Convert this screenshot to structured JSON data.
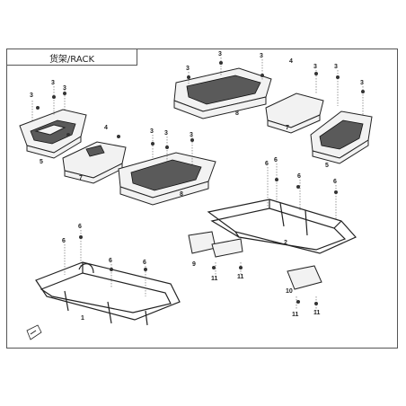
{
  "header": {
    "title": "货架/RACK"
  },
  "callouts": [
    {
      "label": "3"
    },
    {
      "label": "3"
    },
    {
      "label": "3"
    },
    {
      "label": "5"
    },
    {
      "label": "3"
    },
    {
      "label": "3"
    },
    {
      "label": "3"
    },
    {
      "label": "4"
    },
    {
      "label": "3"
    },
    {
      "label": "8"
    },
    {
      "label": "7"
    },
    {
      "label": "5"
    },
    {
      "label": "3"
    },
    {
      "label": "3"
    },
    {
      "label": "4"
    },
    {
      "label": "3"
    },
    {
      "label": "3"
    },
    {
      "label": "3"
    },
    {
      "label": "7"
    },
    {
      "label": "8"
    },
    {
      "label": "6"
    },
    {
      "label": "6"
    },
    {
      "label": "6"
    },
    {
      "label": "6"
    },
    {
      "label": "2"
    },
    {
      "label": "9"
    },
    {
      "label": "11"
    },
    {
      "label": "11"
    },
    {
      "label": "6"
    },
    {
      "label": "6"
    },
    {
      "label": "6"
    },
    {
      "label": "6"
    },
    {
      "label": "1"
    },
    {
      "label": "10"
    },
    {
      "label": "11"
    },
    {
      "label": "11"
    }
  ],
  "colors": {
    "line": "#222222",
    "fill": "#f2f2f2",
    "dark": "#5a5a5a"
  },
  "icons": {
    "direction": "front-arrow-icon"
  }
}
